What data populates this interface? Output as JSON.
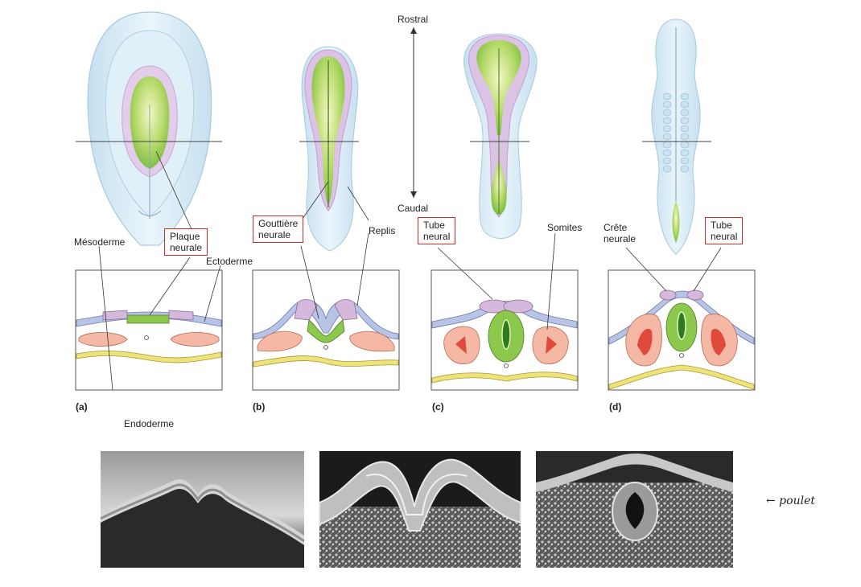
{
  "labels": {
    "rostral": "Rostral",
    "caudal": "Caudal",
    "mesoderme": "Mésoderme",
    "plaque_neurale": "Plaque\nneurale",
    "ectoderme": "Ectoderme",
    "endoderme": "Endoderme",
    "gouttiere_neurale": "Gouttière\nneurale",
    "replis": "Replis",
    "tube_neural_c": "Tube\nneural",
    "somites": "Somites",
    "crete_neurale": "Crête\nneurale",
    "tube_neural_d": "Tube\nneural"
  },
  "panels": [
    "(a)",
    "(b)",
    "(c)",
    "(d)"
  ],
  "photo_note": "← poulet",
  "colors": {
    "neural": "#8cc84b",
    "neural_fold": "#d6b8dc",
    "ectoderm": "#b8c4e6",
    "mesoderm": "#f5b8a4",
    "somite_core": "#e04a3a",
    "endoderm": "#eee27a",
    "embryo_body": "#d8ecf6",
    "highlight_box": "#d42a2a"
  }
}
